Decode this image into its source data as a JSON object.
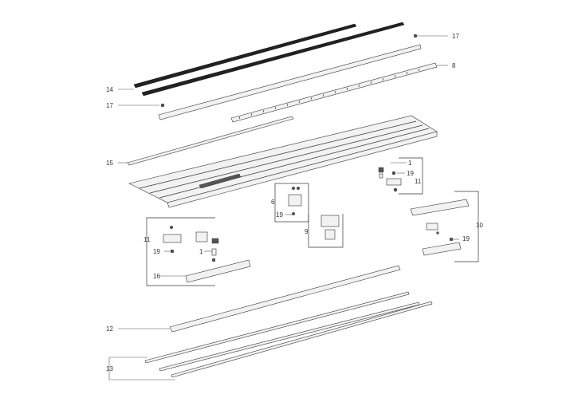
{
  "labels": {
    "l17a": "17",
    "l8": "8",
    "l14": "14",
    "l17b": "17",
    "l15": "15",
    "l1a": "1",
    "l19a": "19",
    "l11a": "11",
    "l6": "6",
    "l19b": "19",
    "l9": "9",
    "l10": "10",
    "l19c": "19",
    "l11b": "11",
    "l19d": "19",
    "l1b": "1",
    "l16": "16",
    "l12": "12",
    "l13": "13"
  }
}
